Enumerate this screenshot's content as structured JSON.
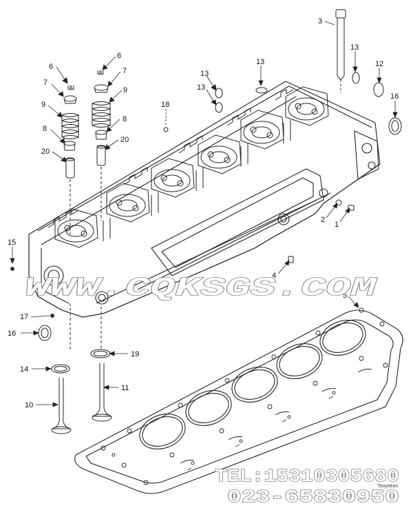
{
  "diagram": {
    "callouts": [
      {
        "id": "c3",
        "label": "3"
      },
      {
        "id": "c13a",
        "label": "13"
      },
      {
        "id": "c13b",
        "label": "13"
      },
      {
        "id": "c13c",
        "label": "13"
      },
      {
        "id": "c13d",
        "label": "13"
      },
      {
        "id": "c12",
        "label": "12"
      },
      {
        "id": "c16a",
        "label": "16"
      },
      {
        "id": "c16b",
        "label": "16"
      },
      {
        "id": "c6a",
        "label": "6"
      },
      {
        "id": "c6b",
        "label": "6"
      },
      {
        "id": "c7a",
        "label": "7"
      },
      {
        "id": "c7b",
        "label": "7"
      },
      {
        "id": "c9a",
        "label": "9"
      },
      {
        "id": "c9b",
        "label": "9"
      },
      {
        "id": "c8a",
        "label": "8"
      },
      {
        "id": "c8b",
        "label": "8"
      },
      {
        "id": "c20a",
        "label": "20"
      },
      {
        "id": "c20b",
        "label": "20"
      },
      {
        "id": "c18",
        "label": "18"
      },
      {
        "id": "c2",
        "label": "2"
      },
      {
        "id": "c1",
        "label": "1"
      },
      {
        "id": "c15",
        "label": "15"
      },
      {
        "id": "c4",
        "label": "4"
      },
      {
        "id": "c5",
        "label": "5"
      },
      {
        "id": "c17",
        "label": "17"
      },
      {
        "id": "c19",
        "label": "19"
      },
      {
        "id": "c14",
        "label": "14"
      },
      {
        "id": "c11",
        "label": "11"
      },
      {
        "id": "c10",
        "label": "10"
      }
    ],
    "watermark": "WWW.CQKSGS.COM",
    "contact_tel": "TEL:15310305680",
    "contact_phone": "023-65830950",
    "corner_code": "Tooyoean"
  }
}
